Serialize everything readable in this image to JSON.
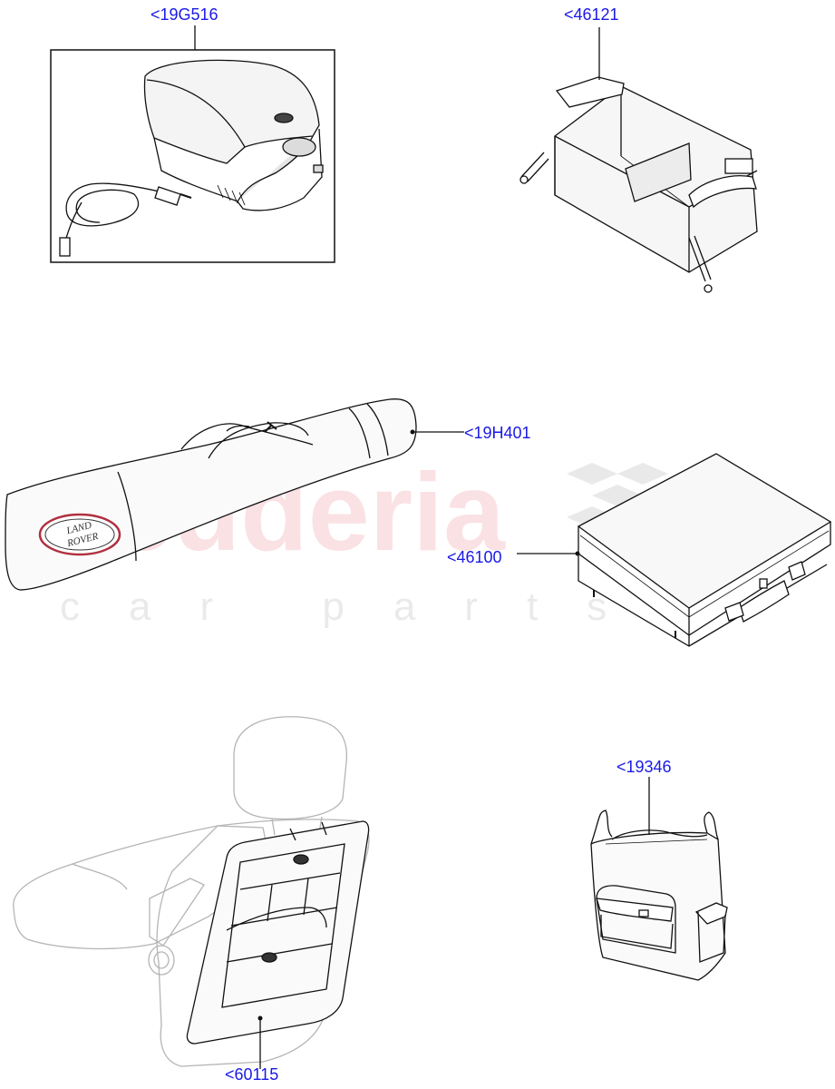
{
  "watermark": {
    "brand": "scuderia",
    "tagline": "car parts"
  },
  "logo": {
    "line1": "LAND",
    "line2": "ROVER"
  },
  "parts": [
    {
      "ref": "<19G516",
      "item": "portable cool box with power cable"
    },
    {
      "ref": "<46121",
      "item": "folding luggage organiser"
    },
    {
      "ref": "<19H401",
      "item": "ski bag"
    },
    {
      "ref": "<46100",
      "item": "case"
    },
    {
      "ref": "<60115",
      "item": "seat back organiser"
    },
    {
      "ref": "<19346",
      "item": "bag"
    }
  ],
  "colors": {
    "line": "#111111",
    "faint_line": "#b5b5b5",
    "callout_text": "#1a1ae6",
    "watermark_red": "#e87882",
    "logo_red": "#b03040"
  }
}
